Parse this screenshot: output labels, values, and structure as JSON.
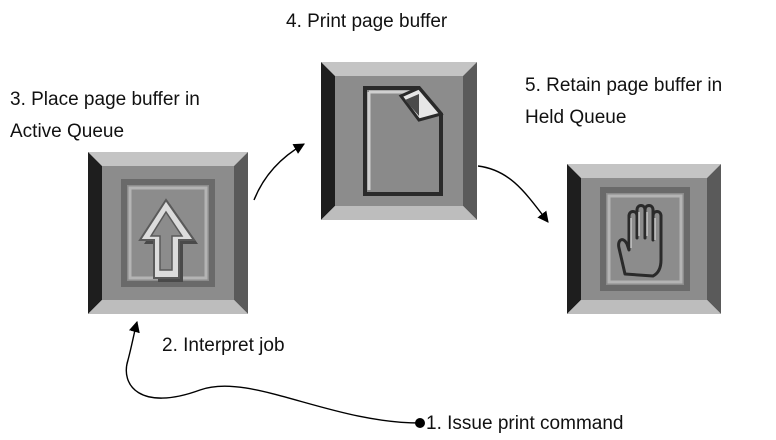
{
  "steps": {
    "issue": "1. Issue print command",
    "interpret": "2. Interpret job",
    "place_line1": "3. Place page buffer in",
    "place_line2": "Active Queue",
    "print": "4. Print page buffer",
    "retain_line1": "5. Retain page buffer in",
    "retain_line2": "Held Queue"
  },
  "icons": {
    "active_queue": "up-arrow-icon",
    "print": "page-icon",
    "held_queue": "hand-icon"
  },
  "colors": {
    "tile_face": "#8c8c8c",
    "tile_light": "#c8c8c8",
    "tile_dark": "#3a3a3a",
    "line": "#000000"
  }
}
